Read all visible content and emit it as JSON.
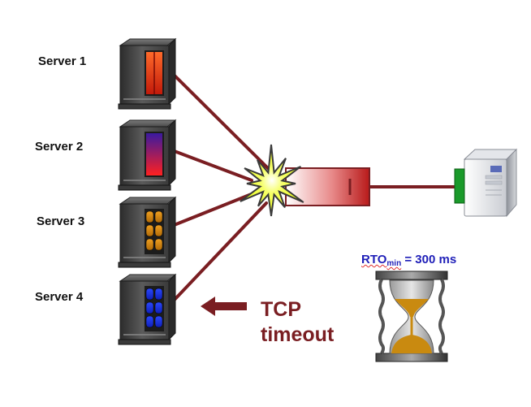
{
  "servers": [
    {
      "label": "Server 1",
      "light_top": "#ff6a2a",
      "light_bottom": "#c21a0a",
      "style": "stripes"
    },
    {
      "label": "Server 2",
      "light_top": "#3a1aa0",
      "light_bottom": "#ff2020",
      "style": "gradient"
    },
    {
      "label": "Server 3",
      "light_top": "#f0a020",
      "light_bottom": "#b06a08",
      "style": "barrels"
    },
    {
      "label": "Server 4",
      "light_top": "#2a48ff",
      "light_bottom": "#1020b8",
      "style": "barrels"
    }
  ],
  "timeout": {
    "line1": "TCP",
    "line2": "timeout"
  },
  "rto": {
    "main": "RTO",
    "sub": "min",
    "value": "= 300 ms"
  },
  "colors": {
    "link": "#7a1e22",
    "burst_fill": "#f4ff20",
    "burst_stroke": "#3a3a3a",
    "switch_port": "#1a9a2a",
    "text_blue": "#1f1fb8",
    "sand": "#c98a10"
  },
  "icons": {
    "collision": "explosion-icon",
    "client": "desktop-computer-icon",
    "timer": "hourglass-icon",
    "arrow": "left-arrow-icon"
  }
}
